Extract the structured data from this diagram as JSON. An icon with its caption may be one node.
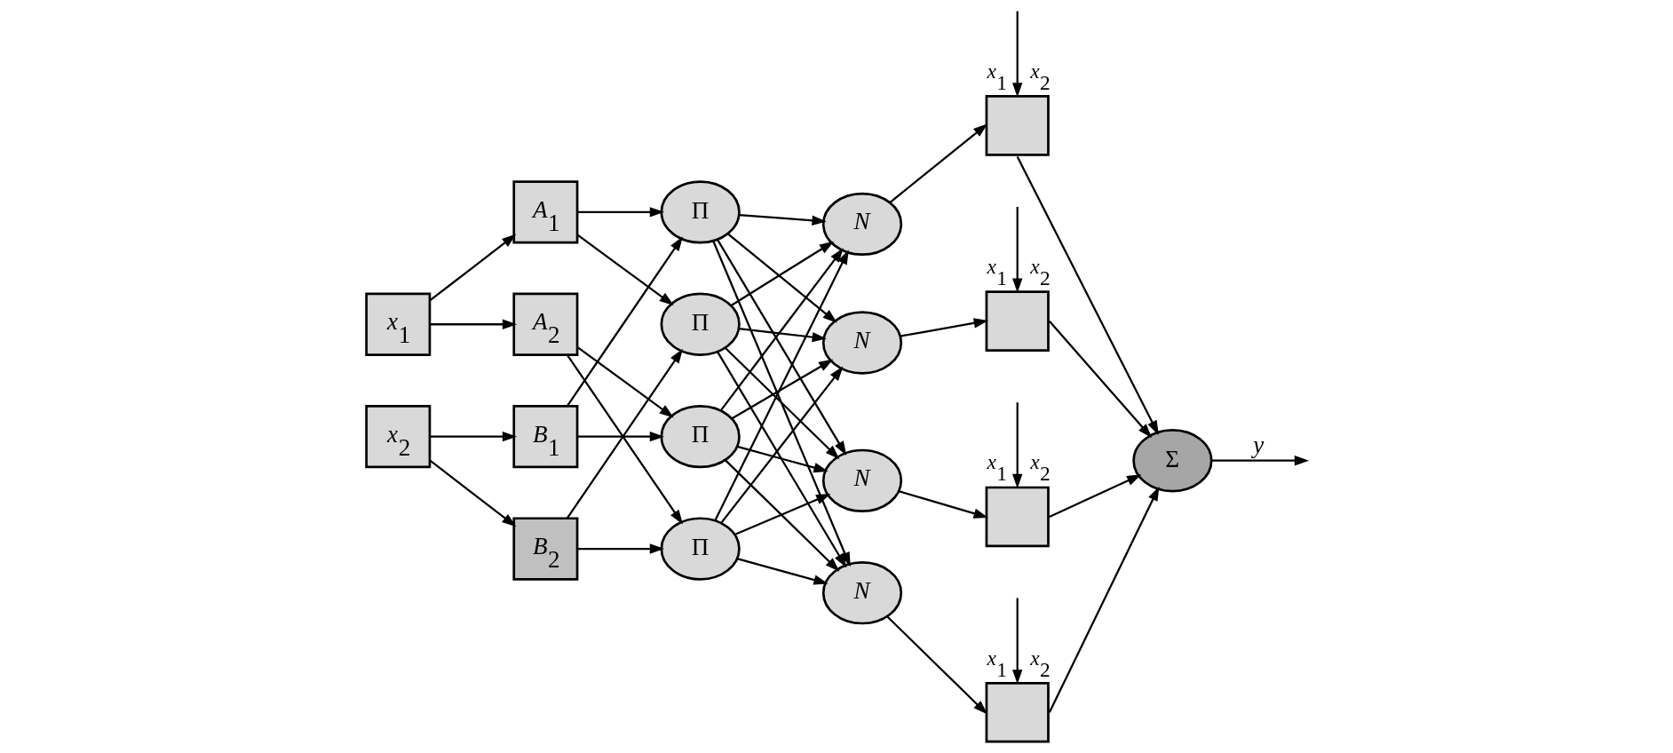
{
  "diagram": {
    "nodes": [
      {
        "text": [
          "x$_{1}$"
        ]
      },
      {
        "text": [
          "x$_{2}$"
        ]
      },
      {
        "text": [
          "A$_{1}$"
        ]
      },
      {
        "text": [
          "A$_{2}$"
        ]
      },
      {
        "text": [
          "B$_{1}$"
        ]
      },
      {
        "text": [
          "B$_{2}$"
        ]
      },
      {
        "text": [
          "Π"
        ]
      },
      {
        "text": [
          "Π"
        ]
      },
      {
        "text": [
          "Π"
        ]
      },
      {
        "text": [
          "Π"
        ]
      },
      {
        "text": [
          "N"
        ]
      },
      {
        "text": [
          "N"
        ]
      },
      {
        "text": [
          "N"
        ]
      },
      {
        "text": [
          "N"
        ]
      },
      {
        "text": [],
        "shape": "box",
        "beside": [
          "x$_{1}$",
          "x$_{2}$"
        ]
      },
      {
        "text": [],
        "shape": "box",
        "beside": [
          "x$_{1}$",
          "x$_{2}$"
        ]
      },
      {
        "text": [],
        "shape": "box",
        "beside": [
          "x$_{1}$",
          "x$_{2}$"
        ]
      },
      {
        "text": [],
        "shape": "box",
        "beside": [
          "x$_{1}$",
          "x$_{2}$"
        ]
      },
      {
        "text": [
          "Σ"
        ]
      }
    ],
    "edges": [
      {
        "from": 0,
        "to": 2,
        "arrow": "to"
      },
      {
        "from": 0,
        "to": 3,
        "arrow": "to"
      },
      {
        "from": 1,
        "to": 4,
        "arrow": "to"
      },
      {
        "from": 1,
        "to": 5,
        "arrow": "to"
      },
      {
        "from": 2,
        "to": 6,
        "arrow": "to"
      },
      {
        "from": 2,
        "to": 7,
        "arrow": "to"
      },
      {
        "from": 3,
        "to": 8,
        "arrow": "to"
      },
      {
        "from": 3,
        "to": 9,
        "arrow": "to"
      },
      {
        "from": 4,
        "to": 6,
        "arrow": "to"
      },
      {
        "from": 4,
        "to": 8,
        "arrow": "to"
      },
      {
        "from": 5,
        "to": 7,
        "arrow": "to"
      },
      {
        "from": 5,
        "to": 9,
        "arrow": "to"
      },
      {
        "from": 6,
        "to": 10,
        "arrow": "to"
      },
      {
        "from": 6,
        "to": 11,
        "arrow": "to"
      },
      {
        "from": 6,
        "to": 12,
        "arrow": "to"
      },
      {
        "from": 6,
        "to": 13,
        "arrow": "to"
      },
      {
        "from": 7,
        "to": 10,
        "arrow": "to"
      },
      {
        "from": 7,
        "to": 11,
        "arrow": "to"
      },
      {
        "from": 7,
        "to": 12,
        "arrow": "to"
      },
      {
        "from": 7,
        "to": 13,
        "arrow": "to"
      },
      {
        "from": 8,
        "to": 10,
        "arrow": "to"
      },
      {
        "from": 8,
        "to": 11,
        "arrow": "to"
      },
      {
        "from": 8,
        "to": 12,
        "arrow": "to"
      },
      {
        "from": 8,
        "to": 13,
        "arrow": "to"
      },
      {
        "from": 9,
        "to": 10,
        "arrow": "to"
      },
      {
        "from": 9,
        "to": 11,
        "arrow": "to"
      },
      {
        "from": 9,
        "to": 12,
        "arrow": "to"
      },
      {
        "from": 9,
        "to": 13,
        "arrow": "to"
      },
      {
        "from": 10,
        "to": 14,
        "arrow": "to"
      },
      {
        "from": 11,
        "to": 15,
        "arrow": "to"
      },
      {
        "from": 12,
        "to": 16,
        "arrow": "to"
      },
      {
        "from": 13,
        "to": 17,
        "arrow": "to"
      },
      {
        "from": null,
        "to": 14,
        "arrow": "to"
      },
      {
        "from": null,
        "to": 15,
        "arrow": "to"
      },
      {
        "from": null,
        "to": 16,
        "arrow": "to"
      },
      {
        "from": null,
        "to": 17,
        "arrow": "to"
      },
      {
        "from": 14,
        "to": 18,
        "arrow": "to"
      },
      {
        "from": 15,
        "to": 18,
        "arrow": "to"
      },
      {
        "from": 16,
        "to": 18,
        "arrow": "to"
      },
      {
        "from": 17,
        "to": 18,
        "arrow": "to"
      },
      {
        "from": 18,
        "to": null,
        "arrow": "to",
        "label": "y"
      }
    ]
  }
}
